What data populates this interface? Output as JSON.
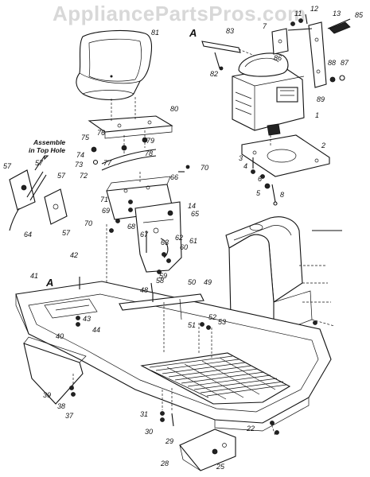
{
  "watermark": "AppliancePartsPros.com",
  "annotations": {
    "assemble_line1": "Assemble",
    "assemble_line2": "in Top Hole",
    "ref_a_top": "A",
    "ref_a_bottom": "A"
  },
  "callouts": [
    {
      "id": "c1",
      "label": "1"
    },
    {
      "id": "c2",
      "label": "2"
    },
    {
      "id": "c3",
      "label": "3"
    },
    {
      "id": "c4",
      "label": "4"
    },
    {
      "id": "c5",
      "label": "5"
    },
    {
      "id": "c6",
      "label": "6"
    },
    {
      "id": "c7",
      "label": "7"
    },
    {
      "id": "c8",
      "label": "8"
    },
    {
      "id": "c11",
      "label": "11"
    },
    {
      "id": "c12",
      "label": "12"
    },
    {
      "id": "c13",
      "label": "13"
    },
    {
      "id": "c14",
      "label": "14"
    },
    {
      "id": "c22",
      "label": "22"
    },
    {
      "id": "c25",
      "label": "25"
    },
    {
      "id": "c28",
      "label": "28"
    },
    {
      "id": "c29",
      "label": "29"
    },
    {
      "id": "c30",
      "label": "30"
    },
    {
      "id": "c31",
      "label": "31"
    },
    {
      "id": "c37",
      "label": "37"
    },
    {
      "id": "c38",
      "label": "38"
    },
    {
      "id": "c39",
      "label": "39"
    },
    {
      "id": "c40",
      "label": "40"
    },
    {
      "id": "c41",
      "label": "41"
    },
    {
      "id": "c42",
      "label": "42"
    },
    {
      "id": "c43",
      "label": "43"
    },
    {
      "id": "c44",
      "label": "44"
    },
    {
      "id": "c48",
      "label": "48"
    },
    {
      "id": "c49",
      "label": "49"
    },
    {
      "id": "c50",
      "label": "50"
    },
    {
      "id": "c51",
      "label": "51"
    },
    {
      "id": "c52",
      "label": "52"
    },
    {
      "id": "c53",
      "label": "53"
    },
    {
      "id": "c57a",
      "label": "57"
    },
    {
      "id": "c57b",
      "label": "57"
    },
    {
      "id": "c57c",
      "label": "57"
    },
    {
      "id": "c57d",
      "label": "57"
    },
    {
      "id": "c58",
      "label": "58"
    },
    {
      "id": "c59",
      "label": "59"
    },
    {
      "id": "c60",
      "label": "60"
    },
    {
      "id": "c61",
      "label": "61"
    },
    {
      "id": "c62",
      "label": "62"
    },
    {
      "id": "c63",
      "label": "63"
    },
    {
      "id": "c64",
      "label": "64"
    },
    {
      "id": "c65",
      "label": "65"
    },
    {
      "id": "c66",
      "label": "66"
    },
    {
      "id": "c67",
      "label": "67"
    },
    {
      "id": "c68",
      "label": "68"
    },
    {
      "id": "c69",
      "label": "69"
    },
    {
      "id": "c70a",
      "label": "70"
    },
    {
      "id": "c70b",
      "label": "70"
    },
    {
      "id": "c71",
      "label": "71"
    },
    {
      "id": "c72",
      "label": "72"
    },
    {
      "id": "c73",
      "label": "73"
    },
    {
      "id": "c74",
      "label": "74"
    },
    {
      "id": "c75",
      "label": "75"
    },
    {
      "id": "c76",
      "label": "76"
    },
    {
      "id": "c77",
      "label": "77"
    },
    {
      "id": "c78",
      "label": "78"
    },
    {
      "id": "c79",
      "label": "79"
    },
    {
      "id": "c80",
      "label": "80"
    },
    {
      "id": "c81",
      "label": "81"
    },
    {
      "id": "c82",
      "label": "82"
    },
    {
      "id": "c83",
      "label": "83"
    },
    {
      "id": "c85",
      "label": "85"
    },
    {
      "id": "c86",
      "label": "86"
    },
    {
      "id": "c87",
      "label": "87"
    },
    {
      "id": "c88",
      "label": "88"
    },
    {
      "id": "c89",
      "label": "89"
    }
  ]
}
